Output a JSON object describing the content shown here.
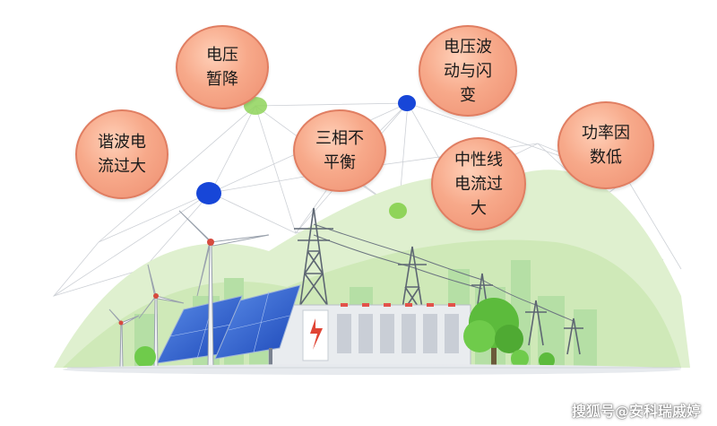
{
  "bubbles": [
    {
      "id": "voltage-sag",
      "label": "电压\n暂降"
    },
    {
      "id": "voltage-fluctuation",
      "label": "电压波\n动与闪\n变"
    },
    {
      "id": "harmonic-current",
      "label": "谐波电\n流过大"
    },
    {
      "id": "three-phase-unbalance",
      "label": "三相不\n平衡"
    },
    {
      "id": "neutral-overcurrent",
      "label": "中性线\n电流过\n大"
    },
    {
      "id": "low-power-factor",
      "label": "功率因\n数低"
    }
  ],
  "watermark": "搜狐号@安科瑞戚婷",
  "colors": {
    "bubble": "#f7a98a",
    "bubble_border": "#e07e62",
    "dot_blue": "#1746d8",
    "dot_green": "#8fd45a",
    "hills": "#cfe9b8",
    "city": "#a9d99a",
    "solar_panel": "#2a5fd0",
    "tree": "#5cbb3c"
  },
  "icons": [
    "wind-turbine-icon",
    "solar-panel-icon",
    "transmission-tower-icon",
    "substation-icon",
    "tree-icon",
    "city-skyline-icon",
    "network-dot-icon"
  ]
}
